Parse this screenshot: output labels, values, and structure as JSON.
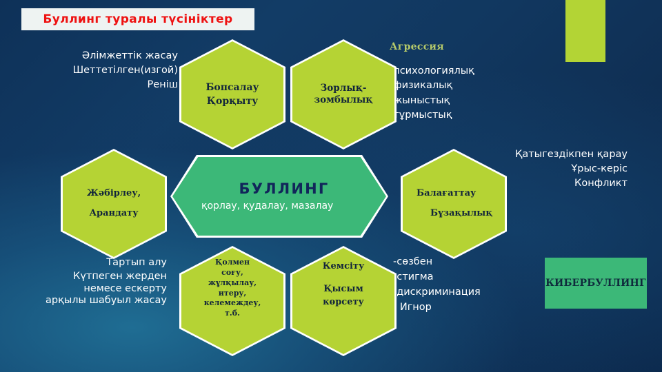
{
  "slide": {
    "title": "Буллинг туралы түсініктер",
    "title_color": "#ee1111",
    "background_color": "#0e3158",
    "accent_green": "#b5d334",
    "accent_teal": "#3cb878"
  },
  "center": {
    "title": "БУЛЛИНГ",
    "subtitle": "қорлау, қудалау, мазалау"
  },
  "hexagons": [
    {
      "id": "bopsalau",
      "lines": [
        "Бопсалау",
        "Қорқыту"
      ]
    },
    {
      "id": "zorlyk",
      "lines": [
        "Зорлық-",
        "зомбылық"
      ]
    },
    {
      "id": "zhabirleu",
      "lines": [
        "Жәбірлеу,",
        "Арандату"
      ]
    },
    {
      "id": "balagattau",
      "lines": [
        "Балағаттау",
        "Бұзақылық"
      ]
    },
    {
      "id": "kolmen-sogu",
      "lines": [
        "Қолмен",
        "соғу,",
        "жұлқылау,",
        "итеру,",
        "келемеждеу,",
        "т.б."
      ]
    },
    {
      "id": "kemsitu",
      "lines": [
        "Кемсіту",
        "Қысым",
        "көрсету"
      ]
    }
  ],
  "text_blocks": {
    "top_left": [
      "Әлімжеттік жасау",
      "Шеттетілген(изгой)",
      "Реніш"
    ],
    "aggression_heading": "Агрессия",
    "aggression_items": [
      "-психологиялық",
      "-физикалық",
      "-жыныстық",
      "-тұрмыстық"
    ],
    "right_middle": [
      "Қатыгездікпен қарау",
      "Ұрыс-керіс",
      "Конфликт"
    ],
    "bottom_left": [
      "Тартып алу",
      "Күтпеген жерден немесе ескерту арқылы шабуыл жасау"
    ],
    "bottom_middle": [
      "-сөзбен",
      "-стигма",
      "-дискриминация",
      "- Игнор"
    ]
  },
  "cyber": {
    "label": "КИБЕРБУЛЛИНГ"
  }
}
